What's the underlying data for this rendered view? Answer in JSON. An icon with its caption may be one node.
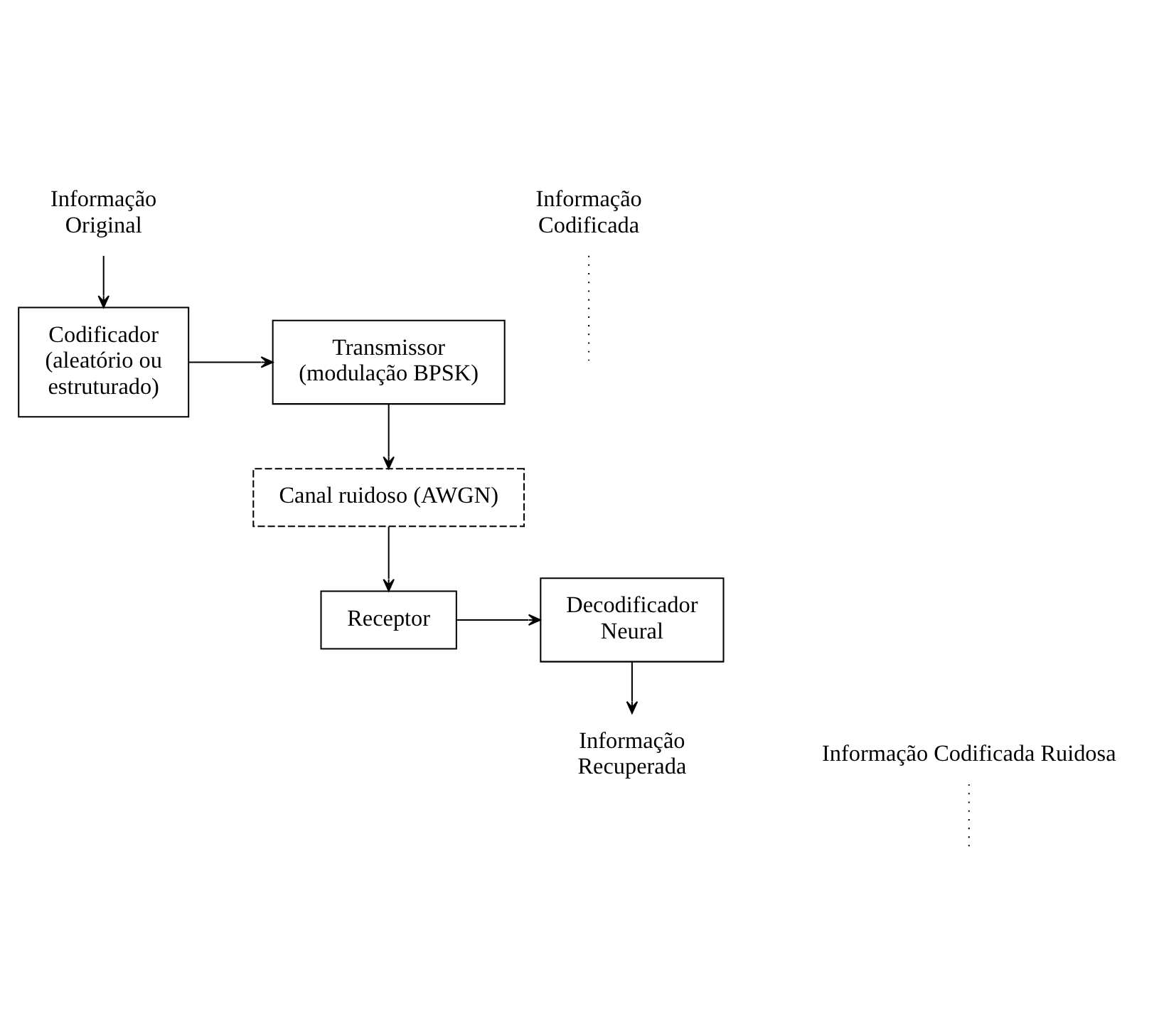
{
  "diagram": {
    "nodes": [
      {
        "text": [
          "Informação Original"
        ]
      },
      {
        "text": [
          "Codificador (aleatório ou estruturado)"
        ]
      },
      {
        "text": [
          "Transmissor (modulação BPSK)"
        ]
      },
      {
        "text": [
          "Canal ruidoso (AWGN)"
        ]
      },
      {
        "text": [
          "Receptor"
        ]
      },
      {
        "text": [
          "Decodificador Neural"
        ]
      },
      {
        "text": [
          "Informação Recuperada"
        ]
      },
      {
        "text": [
          "Informação Codificada"
        ]
      },
      {
        "text": [
          "Informação Codificada Ruidosa"
        ]
      }
    ],
    "edges": [
      {
        "from": 0,
        "to": 1,
        "arrow": "to"
      },
      {
        "from": 1,
        "to": 2,
        "arrow": "to"
      },
      {
        "from": 2,
        "to": 3,
        "arrow": "to"
      },
      {
        "from": 3,
        "to": 4,
        "arrow": "to"
      },
      {
        "from": 4,
        "to": 5,
        "arrow": "to"
      },
      {
        "from": 5,
        "to": 6,
        "arrow": "to"
      },
      {
        "from": 7,
        "to": null,
        "arrow": "none",
        "style": "dashed"
      },
      {
        "from": 8,
        "to": null,
        "arrow": "none",
        "style": "dashed"
      }
    ]
  }
}
